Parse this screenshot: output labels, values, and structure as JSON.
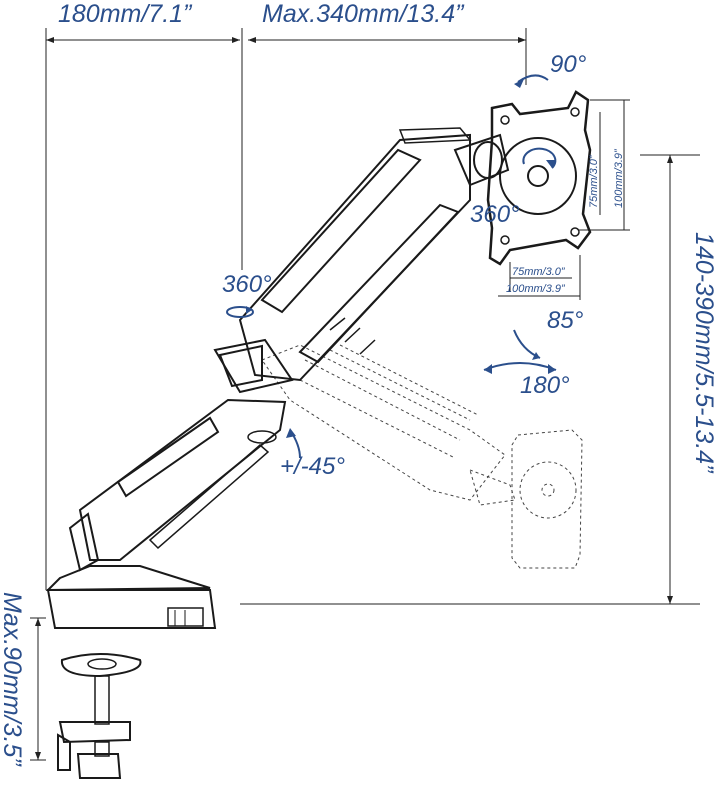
{
  "dimensions": {
    "clamp_offset": "180mm/7.1”",
    "reach": "Max.340mm/13.4”",
    "height_range": "140-390mm/5.5-13.4”",
    "clamp_thickness": "Max.90mm/3.5”",
    "vesa_v_small": "75mm/3.0”",
    "vesa_v_large": "100mm/3.9”",
    "vesa_h_small": "75mm/3.0”",
    "vesa_h_large": "100mm/3.9”"
  },
  "rotations": {
    "plate_rotate": "90°",
    "plate_spin": "360°",
    "arm_swivel": "360°",
    "tilt": "85°",
    "pan": "180°",
    "elbow": "+/-45°"
  },
  "colors": {
    "label": "#2b4f8c",
    "drawing": "#1a1a1a"
  }
}
